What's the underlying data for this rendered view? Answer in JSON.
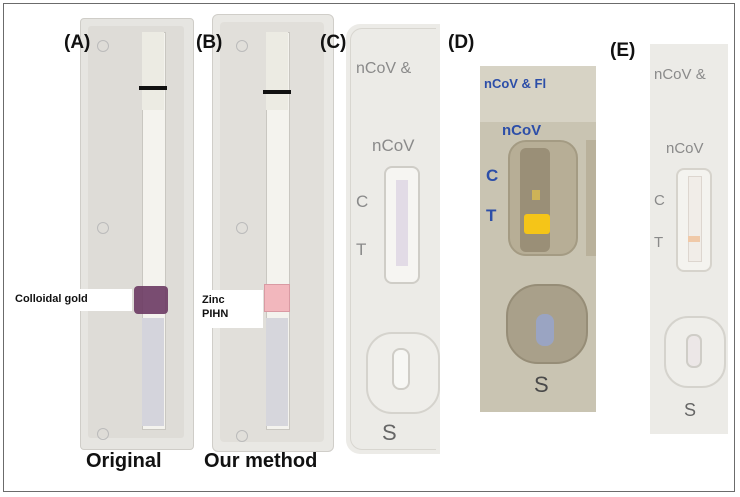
{
  "panels": {
    "a": {
      "label": "(A)",
      "caption": "Original",
      "callout": "Colloidal gold"
    },
    "b": {
      "label": "(B)",
      "caption": "Our method",
      "callout_line1": "Zinc",
      "callout_line2": "PIHN"
    },
    "c": {
      "label": "(C)",
      "header": "nCoV &",
      "window_label": "nCoV",
      "c_mark": "C",
      "t_mark": "T",
      "sample": "S"
    },
    "d": {
      "label": "(D)",
      "header": "nCoV & Fl",
      "window_label": "nCoV",
      "c_mark": "C",
      "t_mark": "T",
      "sample": "S"
    },
    "e": {
      "label": "(E)",
      "header": "nCoV &",
      "window_label": "nCoV",
      "c_mark": "C",
      "t_mark": "T",
      "sample": "S"
    }
  },
  "colors": {
    "cassette": "#e9e7e2",
    "colloidal_gold_spot": "#6b3a63",
    "zinc_pihn_spot": "#f2b7bd",
    "control_line": "#c9b8d6",
    "fluorescent_yellow": "#f5c518",
    "panel_d_text": "#2c4ea8"
  }
}
